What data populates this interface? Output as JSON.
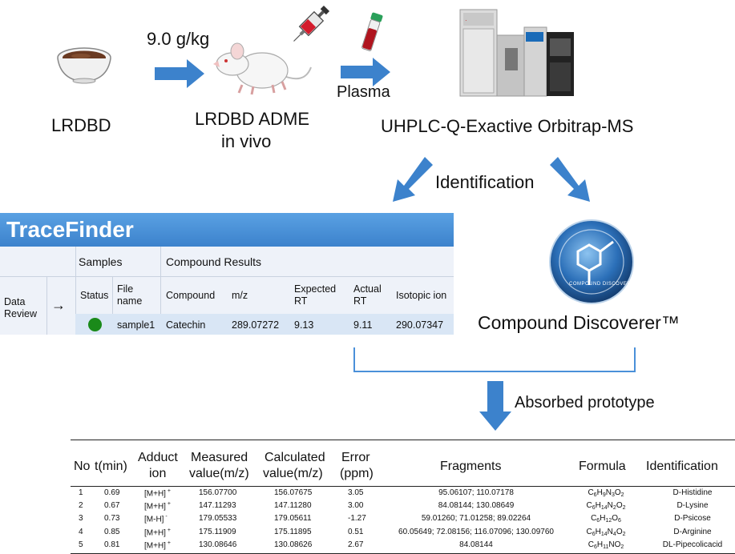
{
  "workflow": {
    "dose_label": "9.0 g/kg",
    "lrdbd_label": "LRDBD",
    "adme_label_line1": "LRDBD ADME",
    "adme_label_line2": "in vivo",
    "plasma_label": "Plasma",
    "instrument_label": "UHPLC-Q-Exactive Orbitrap-MS",
    "identification_label": "Identification",
    "software_label": "Compound Discoverer™",
    "software_logo_text": "COMPOUND DISCOVERER",
    "absorbed_label": "Absorbed prototype"
  },
  "tracefinder": {
    "title": "TraceFinder",
    "samples_header": "Samples",
    "compound_results_header": "Compound Results",
    "side_label_line1": "Data",
    "side_label_line2": "Review",
    "side_arrow": "→",
    "col_status": "Status",
    "col_file_line1": "File",
    "col_file_line2": "name",
    "col_compound": "Compound",
    "col_mz": "m/z",
    "col_expected_line1": "Expected",
    "col_expected_line2": "RT",
    "col_actual_line1": "Actual",
    "col_actual_line2": "RT",
    "col_isotopic": "Isotopic ion",
    "row": {
      "file": "sample1",
      "compound": "Catechin",
      "mz": "289.07272",
      "expected_rt": "9.13",
      "actual_rt": "9.11",
      "isotopic": "290.07347"
    },
    "status_color": "#1a8a1a"
  },
  "result_table": {
    "headers": {
      "no": "No",
      "t": "t(min)",
      "adduct1": "Adduct",
      "adduct2": "ion",
      "measured1": "Measured",
      "measured2": "value(m/z)",
      "calculated1": "Calculated",
      "calculated2": "value(m/z)",
      "error1": "Error",
      "error2": "(ppm)",
      "fragments": "Fragments",
      "formula": "Formula",
      "identification": "Identification"
    },
    "rows": [
      {
        "no": "1",
        "t": "0.69",
        "adduct": "[M+H]",
        "charge": "+",
        "measured": "156.07700",
        "calculated": "156.07675",
        "error": "3.05",
        "fragments": "95.06107; 110.07178",
        "formula": "C6H9N3O2",
        "identification": "D-Histidine"
      },
      {
        "no": "2",
        "t": "0.67",
        "adduct": "[M+H]",
        "charge": "+",
        "measured": "147.11293",
        "calculated": "147.11280",
        "error": "3.00",
        "fragments": "84.08144; 130.08649",
        "formula": "C6H14N2O2",
        "identification": "D-Lysine"
      },
      {
        "no": "3",
        "t": "0.73",
        "adduct": "[M-H]",
        "charge": "-",
        "measured": "179.05533",
        "calculated": "179.05611",
        "error": "-1.27",
        "fragments": "59.01260; 71.01258; 89.02264",
        "formula": "C6H12O6",
        "identification": "D-Psicose"
      },
      {
        "no": "4",
        "t": "0.85",
        "adduct": "[M+H]",
        "charge": "+",
        "measured": "175.11909",
        "calculated": "175.11895",
        "error": "0.51",
        "fragments": "60.05649; 72.08156; 116.07096; 130.09760",
        "formula": "C6H14N4O2",
        "identification": "D-Arginine"
      },
      {
        "no": "5",
        "t": "0.81",
        "adduct": "[M+H]",
        "charge": "+",
        "measured": "130.08646",
        "calculated": "130.08626",
        "error": "2.67",
        "fragments": "84.08144",
        "formula": "C6H11NO2",
        "identification": "DL-Pipecolicacid"
      }
    ]
  },
  "colors": {
    "arrow_blue": "#3c82cc",
    "panel_blue": "#4a90d9"
  }
}
